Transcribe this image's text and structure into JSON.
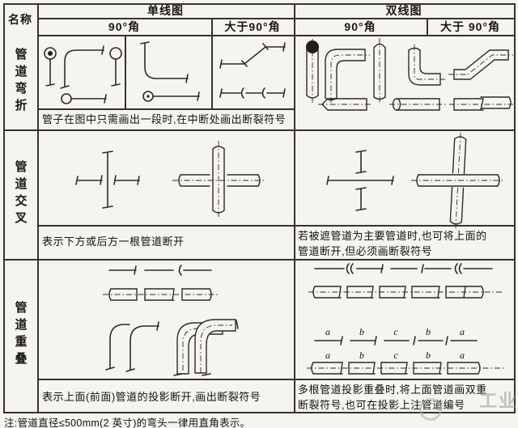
{
  "page": {
    "background": "#f5f4ef",
    "line_color": "#37332c",
    "text_color": "#1b1813"
  },
  "header": {
    "name_label": "名称",
    "single_line": {
      "title": "单线图",
      "angle_90": "90°角",
      "angle_gt90": "大于90°角"
    },
    "double_line": {
      "title": "双线图",
      "angle_90": "90°角",
      "angle_gt90": "大于 90°角"
    }
  },
  "rows": {
    "bend": {
      "label": "管道弯折",
      "note": "管子在图中只需画出一段时,在中断处画出断裂符号"
    },
    "cross": {
      "label": "管道交叉",
      "note_single": "表示下方或后方一根管道断开",
      "note_double_lines": [
        "若被遮管道为主要管道时,也可将上面的",
        "管道断开,但必须画断裂符号"
      ]
    },
    "overlap": {
      "label": "管道重叠",
      "note_single": "表示上面(前面)管道的投影断开,画出断裂符号",
      "note_double_lines": [
        "多根管道投影重叠时,将上面管道画双重",
        "断裂符号,也可在投影上注管道编号"
      ],
      "segment_labels": [
        "a",
        "b",
        "c",
        "b",
        "a"
      ]
    }
  },
  "footnote": "注:管道直径≤500mm(2 英寸)的弯头一律用直角表示。",
  "watermark": "工业"
}
